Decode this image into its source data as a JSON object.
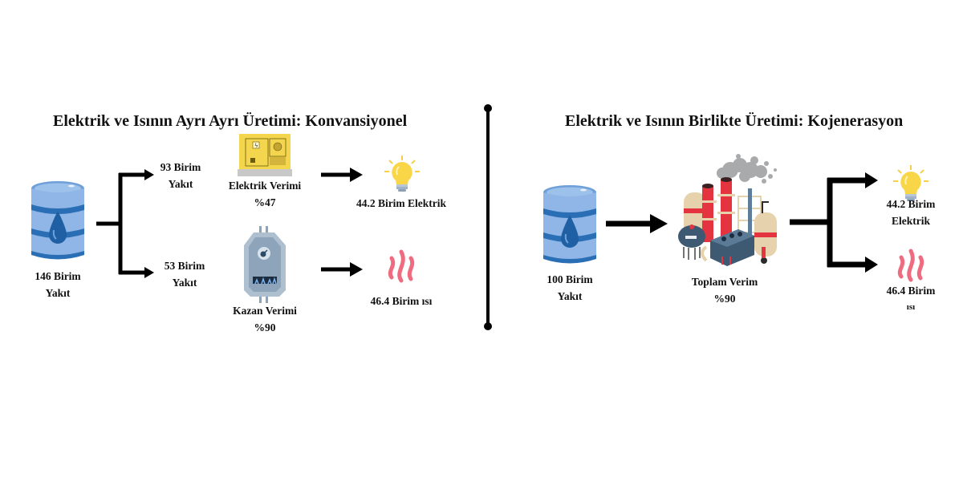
{
  "left": {
    "title": "Elektrik ve Isının Ayrı Ayrı Üretimi: Konvansiyonel",
    "fuel_total": {
      "line1": "146 Birim",
      "line2": "Yakıt"
    },
    "branch_electric": {
      "line1": "93 Birim",
      "line2": "Yakıt"
    },
    "branch_heat": {
      "line1": "53 Birim",
      "line2": "Yakıt"
    },
    "generator": {
      "line1": "Elektrik Verimi",
      "line2": "%47"
    },
    "boiler": {
      "line1": "Kazan Verimi",
      "line2": "%90"
    },
    "output_electric": "44.2 Birim Elektrik",
    "output_heat": "46.4 Birim ısı"
  },
  "right": {
    "title": "Elektrik ve Isının Birlikte Üretimi: Kojenerasyon",
    "fuel_total": {
      "line1": "100 Birim",
      "line2": "Yakıt"
    },
    "plant": {
      "line1": "Toplam Verim",
      "line2": "%90"
    },
    "output_electric": {
      "line1": "44.2 Birim",
      "line2": "Elektrik"
    },
    "output_heat": {
      "line1": "46.4 Birim",
      "line2": "ısı"
    }
  },
  "icons": {
    "barrel": "oil-barrel-icon",
    "generator": "generator-icon",
    "boiler": "boiler-icon",
    "bulb": "light-bulb-icon",
    "heat": "heat-waves-icon",
    "plant": "cogeneration-plant-icon"
  },
  "colors": {
    "barrel_body": "#8fb6e6",
    "barrel_band": "#2a6fb5",
    "generator": "#f3d54e",
    "boiler": "#aebfcf",
    "bulb": "#f9d548",
    "heat": "#ef6b7f",
    "chimney": "#e3343f",
    "arrow": "#000000"
  }
}
